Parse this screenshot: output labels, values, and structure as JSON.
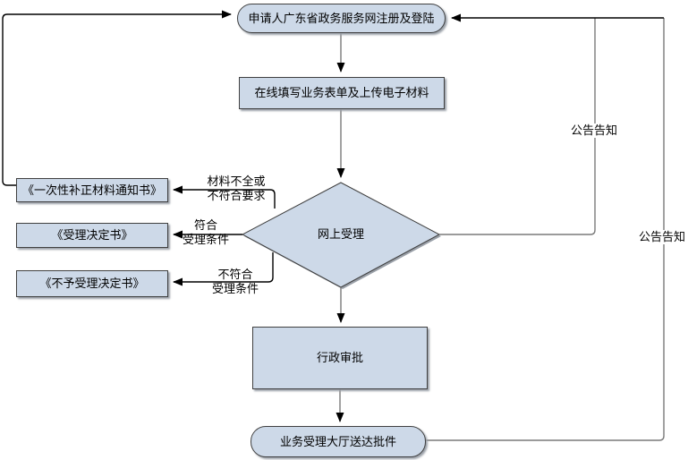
{
  "diagram": {
    "title": "online-service-approval-flowchart",
    "nodes": {
      "start": {
        "label": "申请人广东省政务服务网注册及登陆"
      },
      "form": {
        "label": "在线填写业务表单及上传电子材料"
      },
      "decision": {
        "label": "网上受理"
      },
      "notice": {
        "label": "《一次性补正材料通知书》"
      },
      "accept": {
        "label": "《受理决定书》"
      },
      "reject": {
        "label": "《不予受理决定书》"
      },
      "approval": {
        "label": "行政审批"
      },
      "delivery": {
        "label": "业务受理大厅送达批件"
      }
    },
    "edge_labels": {
      "incomplete_line1": "材料不全或",
      "incomplete_line2": "不符合要求",
      "meets_line1": "符合",
      "meets_line2": "受理条件",
      "notmeet_line1": "不符合",
      "notmeet_line2": "受理条件",
      "announce_right_inner": "公告告知",
      "announce_right_outer": "公告告知"
    },
    "colors": {
      "node_fill": "#cdd9e8",
      "node_border": "#404040",
      "connector_gray": "#7a7a7a",
      "connector_black": "#000000",
      "background": "#ffffff"
    }
  }
}
